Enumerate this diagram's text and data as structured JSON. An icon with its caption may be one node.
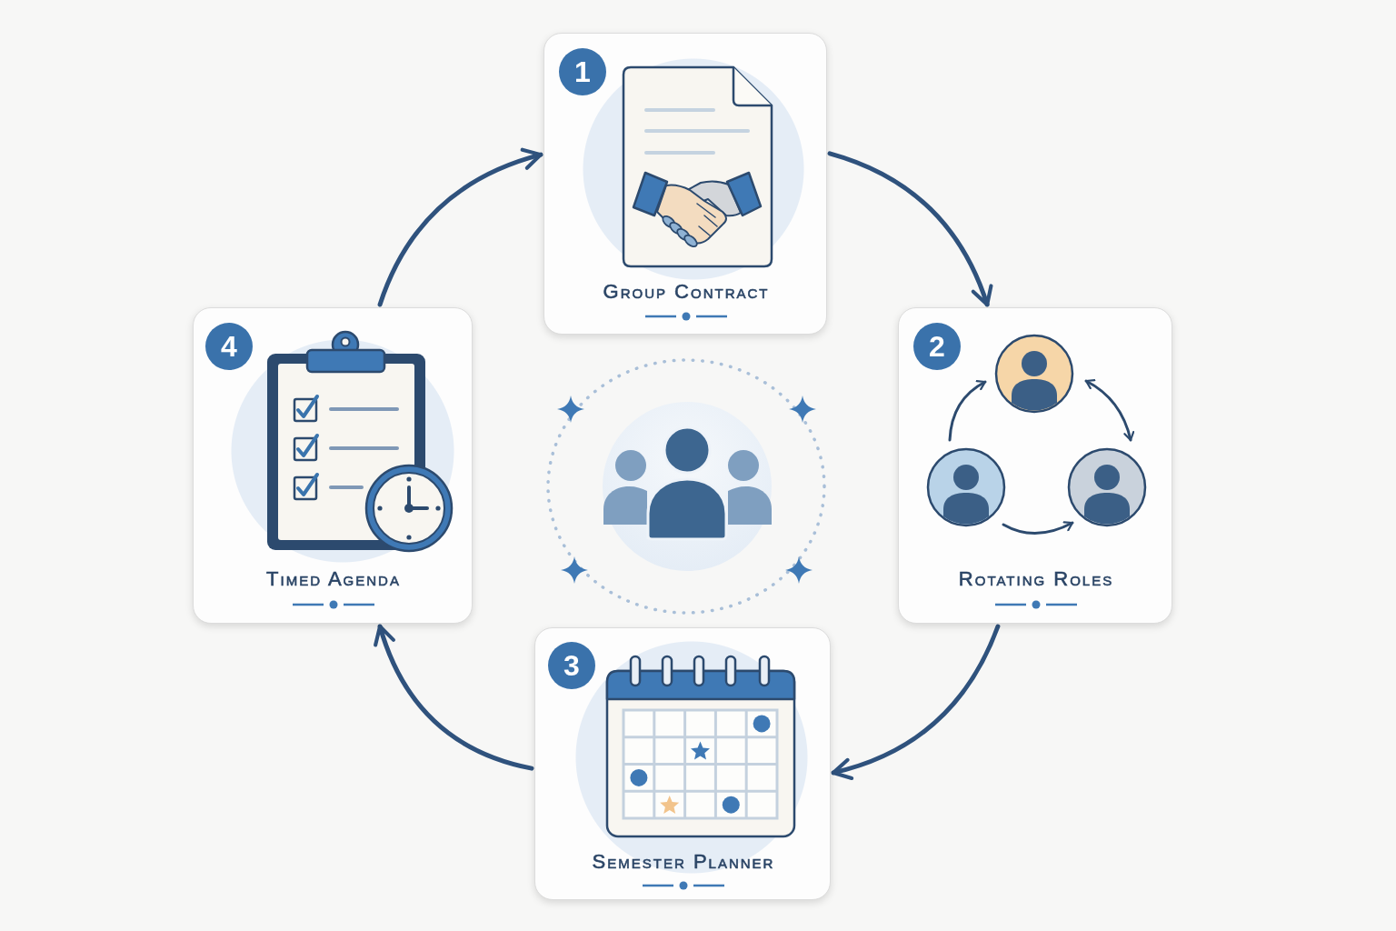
{
  "diagram": {
    "nodes": [
      {
        "text": [
          "1",
          "Group Contract"
        ]
      },
      {
        "text": [
          "2",
          "Rotating Roles"
        ]
      },
      {
        "text": [
          "3",
          "Semester Planner"
        ]
      },
      {
        "text": [
          "4",
          "Timed Agenda"
        ]
      }
    ],
    "edges": [
      {
        "from": 0,
        "to": 1,
        "arrow": "to"
      },
      {
        "from": 1,
        "to": 2,
        "arrow": "to"
      },
      {
        "from": 2,
        "to": 3,
        "arrow": "to"
      },
      {
        "from": 3,
        "to": 0,
        "arrow": "to"
      }
    ]
  }
}
